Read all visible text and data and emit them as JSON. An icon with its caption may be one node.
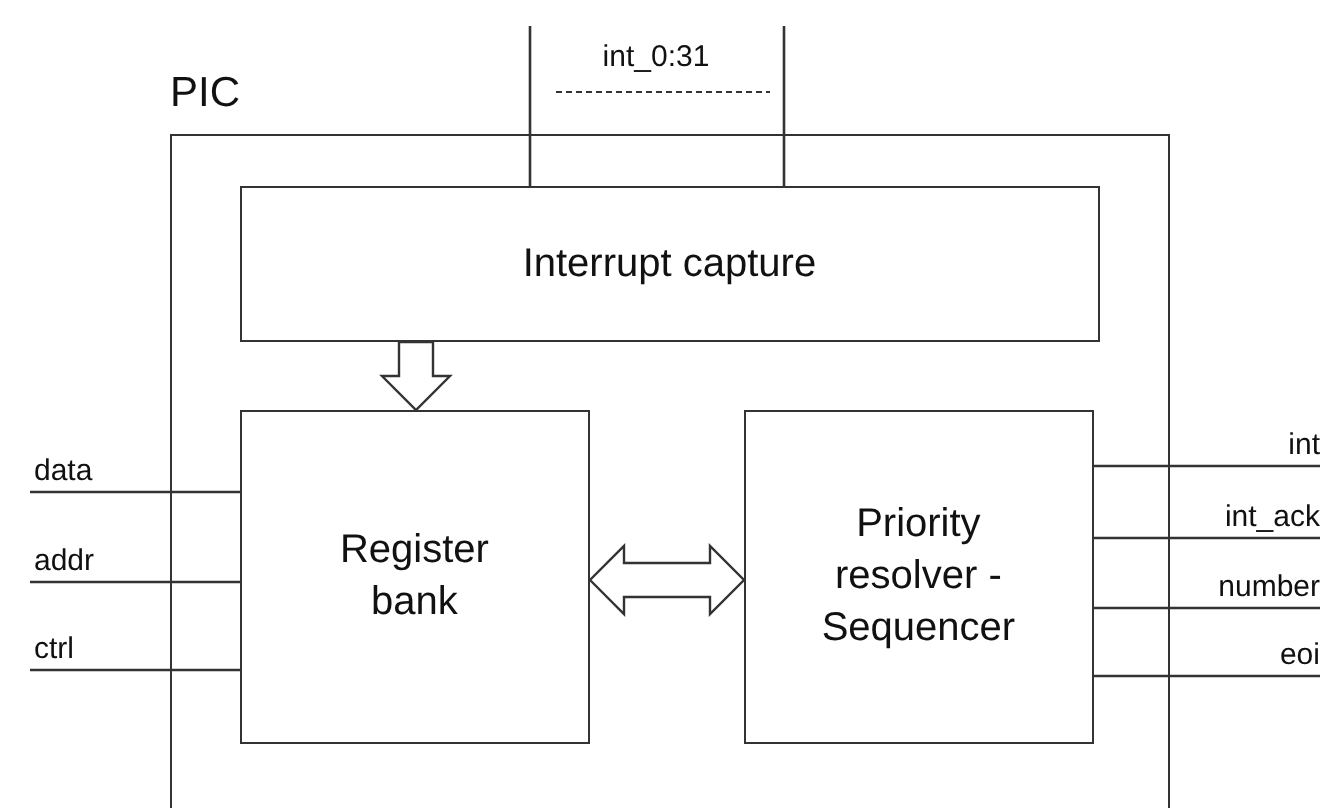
{
  "diagram": {
    "nodes": [
      {
        "text": [
          "PIC"
        ]
      },
      {
        "text": [
          "Interrupt capture"
        ],
        "in": 0
      },
      {
        "text": [
          "Register bank"
        ],
        "in": 0
      },
      {
        "text": [
          "Priority resolver - Sequencer"
        ],
        "in": 0
      }
    ],
    "edges": [
      {
        "from": null,
        "to": 1,
        "arrow": "none"
      },
      {
        "from": null,
        "to": 1,
        "arrow": "none"
      },
      {
        "from": null,
        "to": 2,
        "arrow": "none",
        "label": "data"
      },
      {
        "from": null,
        "to": 2,
        "arrow": "none",
        "label": "addr"
      },
      {
        "from": null,
        "to": 2,
        "arrow": "none",
        "label": "ctrl"
      },
      {
        "from": 3,
        "to": null,
        "arrow": "none",
        "label": "int"
      },
      {
        "from": 3,
        "to": null,
        "arrow": "none",
        "label": "int_ack"
      },
      {
        "from": 3,
        "to": null,
        "arrow": "none",
        "label": "number"
      },
      {
        "from": 3,
        "to": null,
        "arrow": "none",
        "label": "eoi"
      },
      {
        "from": 1,
        "to": 2,
        "arrow": "to",
        "style": "thick"
      },
      {
        "from": 2,
        "to": 3,
        "arrow": "both",
        "style": "thick"
      }
    ],
    "labels": [
      "int_0:31"
    ]
  }
}
